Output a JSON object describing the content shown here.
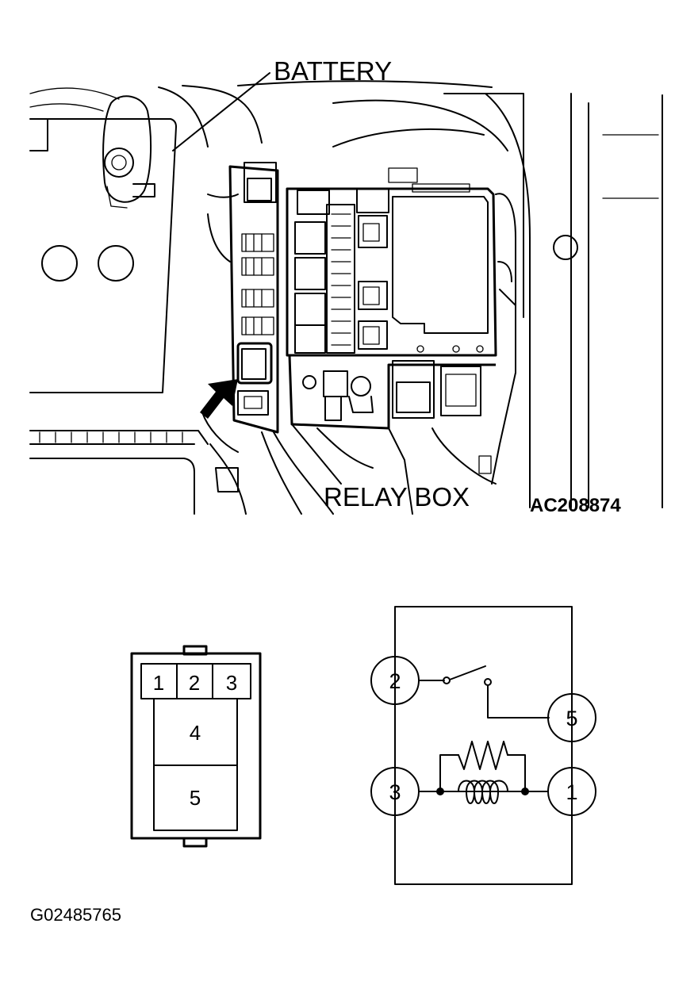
{
  "top_figure": {
    "label_battery": "BATTERY",
    "label_relay_box": "RELAY BOX",
    "figure_code": "AC208874"
  },
  "connector": {
    "terminals_top": [
      "1",
      "2",
      "3"
    ],
    "terminal_middle": "4",
    "terminal_bottom": "5"
  },
  "schematic": {
    "terminals": [
      "2",
      "5",
      "3",
      "1"
    ]
  },
  "bottom_code": "G02485765"
}
